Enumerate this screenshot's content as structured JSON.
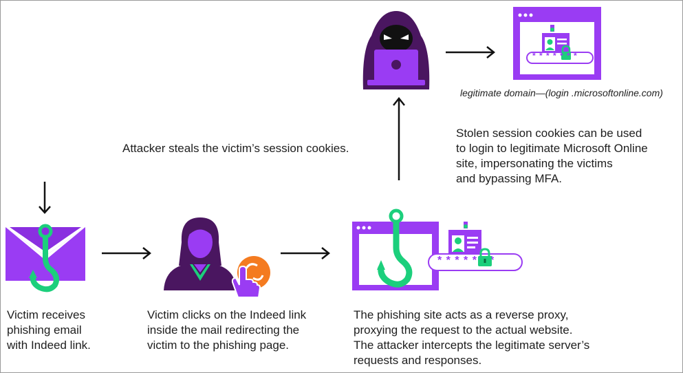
{
  "captions": {
    "victim_receives": [
      "Victim receives",
      "phishing email",
      "with Indeed link."
    ],
    "victim_clicks": [
      "Victim clicks on the Indeed link",
      "inside the mail redirecting the",
      "victim to the phishing page."
    ],
    "proxy_site": [
      "The phishing site acts as a reverse proxy,",
      "proxying the request to the actual website.",
      "The attacker intercepts the legitimate server’s",
      "requests and responses."
    ],
    "attacker_steals": "Attacker steals the victim’s session cookies.",
    "stolen_cookies": [
      "Stolen session cookies can be used",
      "to login to legitimate Microsoft Online",
      "site, impersonating the victims",
      "and bypassing MFA."
    ],
    "legit_domain": "legitimate domain—(login .microsoftonline.com)"
  },
  "password_mask": "* * * * * * *",
  "colors": {
    "purple": "#9a3cf3",
    "dark_purple": "#4a1660",
    "green": "#1ccf7c",
    "orange": "#f47b20",
    "text": "#1e1e1e"
  },
  "icons": [
    "phishing-email-icon",
    "victim-avatar-icon",
    "pointer-hand-icon",
    "phishing-site-icon",
    "hacker-icon",
    "legit-site-icon",
    "id-badge-icon",
    "padlock-icon"
  ]
}
